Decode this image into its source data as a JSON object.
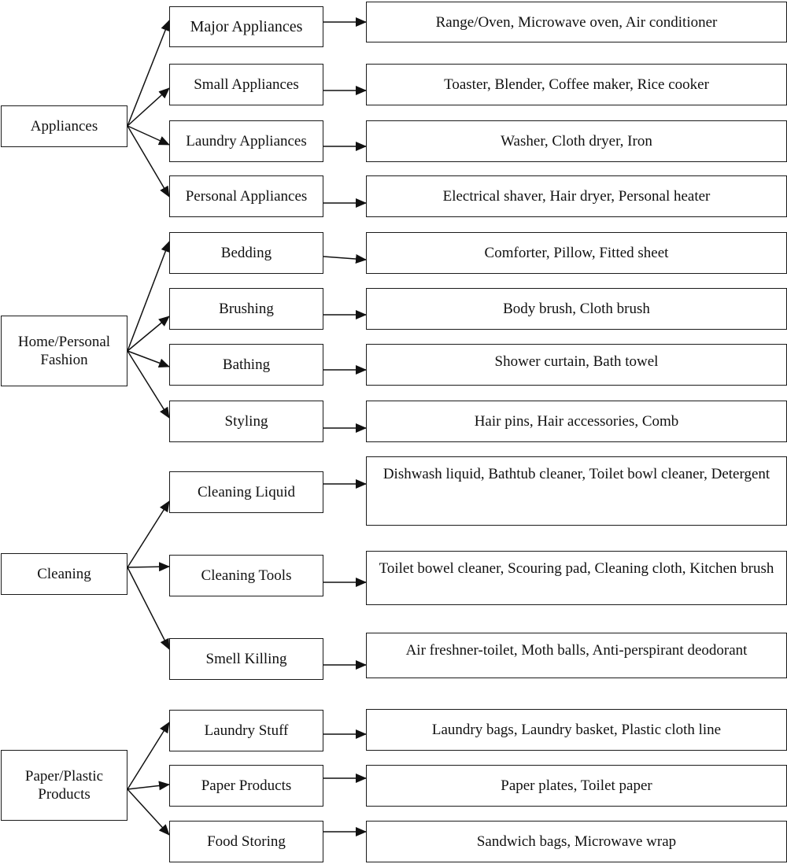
{
  "groups": [
    {
      "label": "Appliances",
      "subs": [
        {
          "label": "Major Appliances",
          "items": "Range/Oven, Microwave oven, Air conditioner"
        },
        {
          "label": "Small Appliances",
          "items": "Toaster, Blender, Coffee maker, Rice cooker"
        },
        {
          "label": "Laundry Appliances",
          "items": "Washer, Cloth dryer, Iron"
        },
        {
          "label": "Personal Appliances",
          "items": "Electrical shaver, Hair dryer, Personal heater"
        }
      ]
    },
    {
      "label": "Home/Personal Fashion",
      "subs": [
        {
          "label": "Bedding",
          "items": "Comforter, Pillow, Fitted sheet"
        },
        {
          "label": "Brushing",
          "items": "Body brush, Cloth brush"
        },
        {
          "label": "Bathing",
          "items": "Shower curtain, Bath towel"
        },
        {
          "label": "Styling",
          "items": "Hair pins, Hair accessories, Comb"
        }
      ]
    },
    {
      "label": "Cleaning",
      "subs": [
        {
          "label": "Cleaning Liquid",
          "items": "Dishwash liquid, Bathtub cleaner, Toilet bowl cleaner, Detergent"
        },
        {
          "label": "Cleaning Tools",
          "items": "Toilet bowel cleaner, Scouring pad, Cleaning cloth, Kitchen brush"
        },
        {
          "label": "Smell Killing",
          "items": "Air freshner-toilet, Moth balls, Anti-perspirant deodorant"
        }
      ]
    },
    {
      "label": "Paper/Plastic Products",
      "subs": [
        {
          "label": "Laundry Stuff",
          "items": "Laundry bags, Laundry basket, Plastic cloth line"
        },
        {
          "label": "Paper Products",
          "items": "Paper plates, Toilet paper"
        },
        {
          "label": "Food Storing",
          "items": "Sandwich bags, Microwave wrap"
        }
      ]
    }
  ]
}
